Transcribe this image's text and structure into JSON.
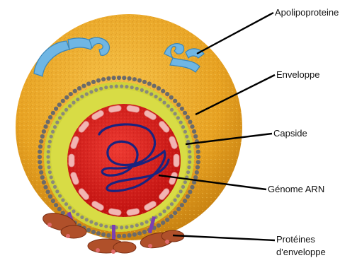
{
  "labels": {
    "apolipoproteine": "Apolipoproteine",
    "enveloppe": "Enveloppe",
    "capside": "Capside",
    "genome": "Génome ARN",
    "proteines_line1": "Protéines",
    "proteines_line2": "d'enveloppe"
  },
  "colors": {
    "outer_coat": "#e8a323",
    "envelope_layer": "#cfd23a",
    "capsid": "#d81c1c",
    "capsomere": "#f2b5b3",
    "genome": "#1a237e",
    "apolipoprotein": "#6fb6e4",
    "envelope_protein": "#b0502a",
    "protein_stalk": "#7b3fb2",
    "lipid_bead": "#6a6a6a",
    "leader_line": "#000000"
  }
}
